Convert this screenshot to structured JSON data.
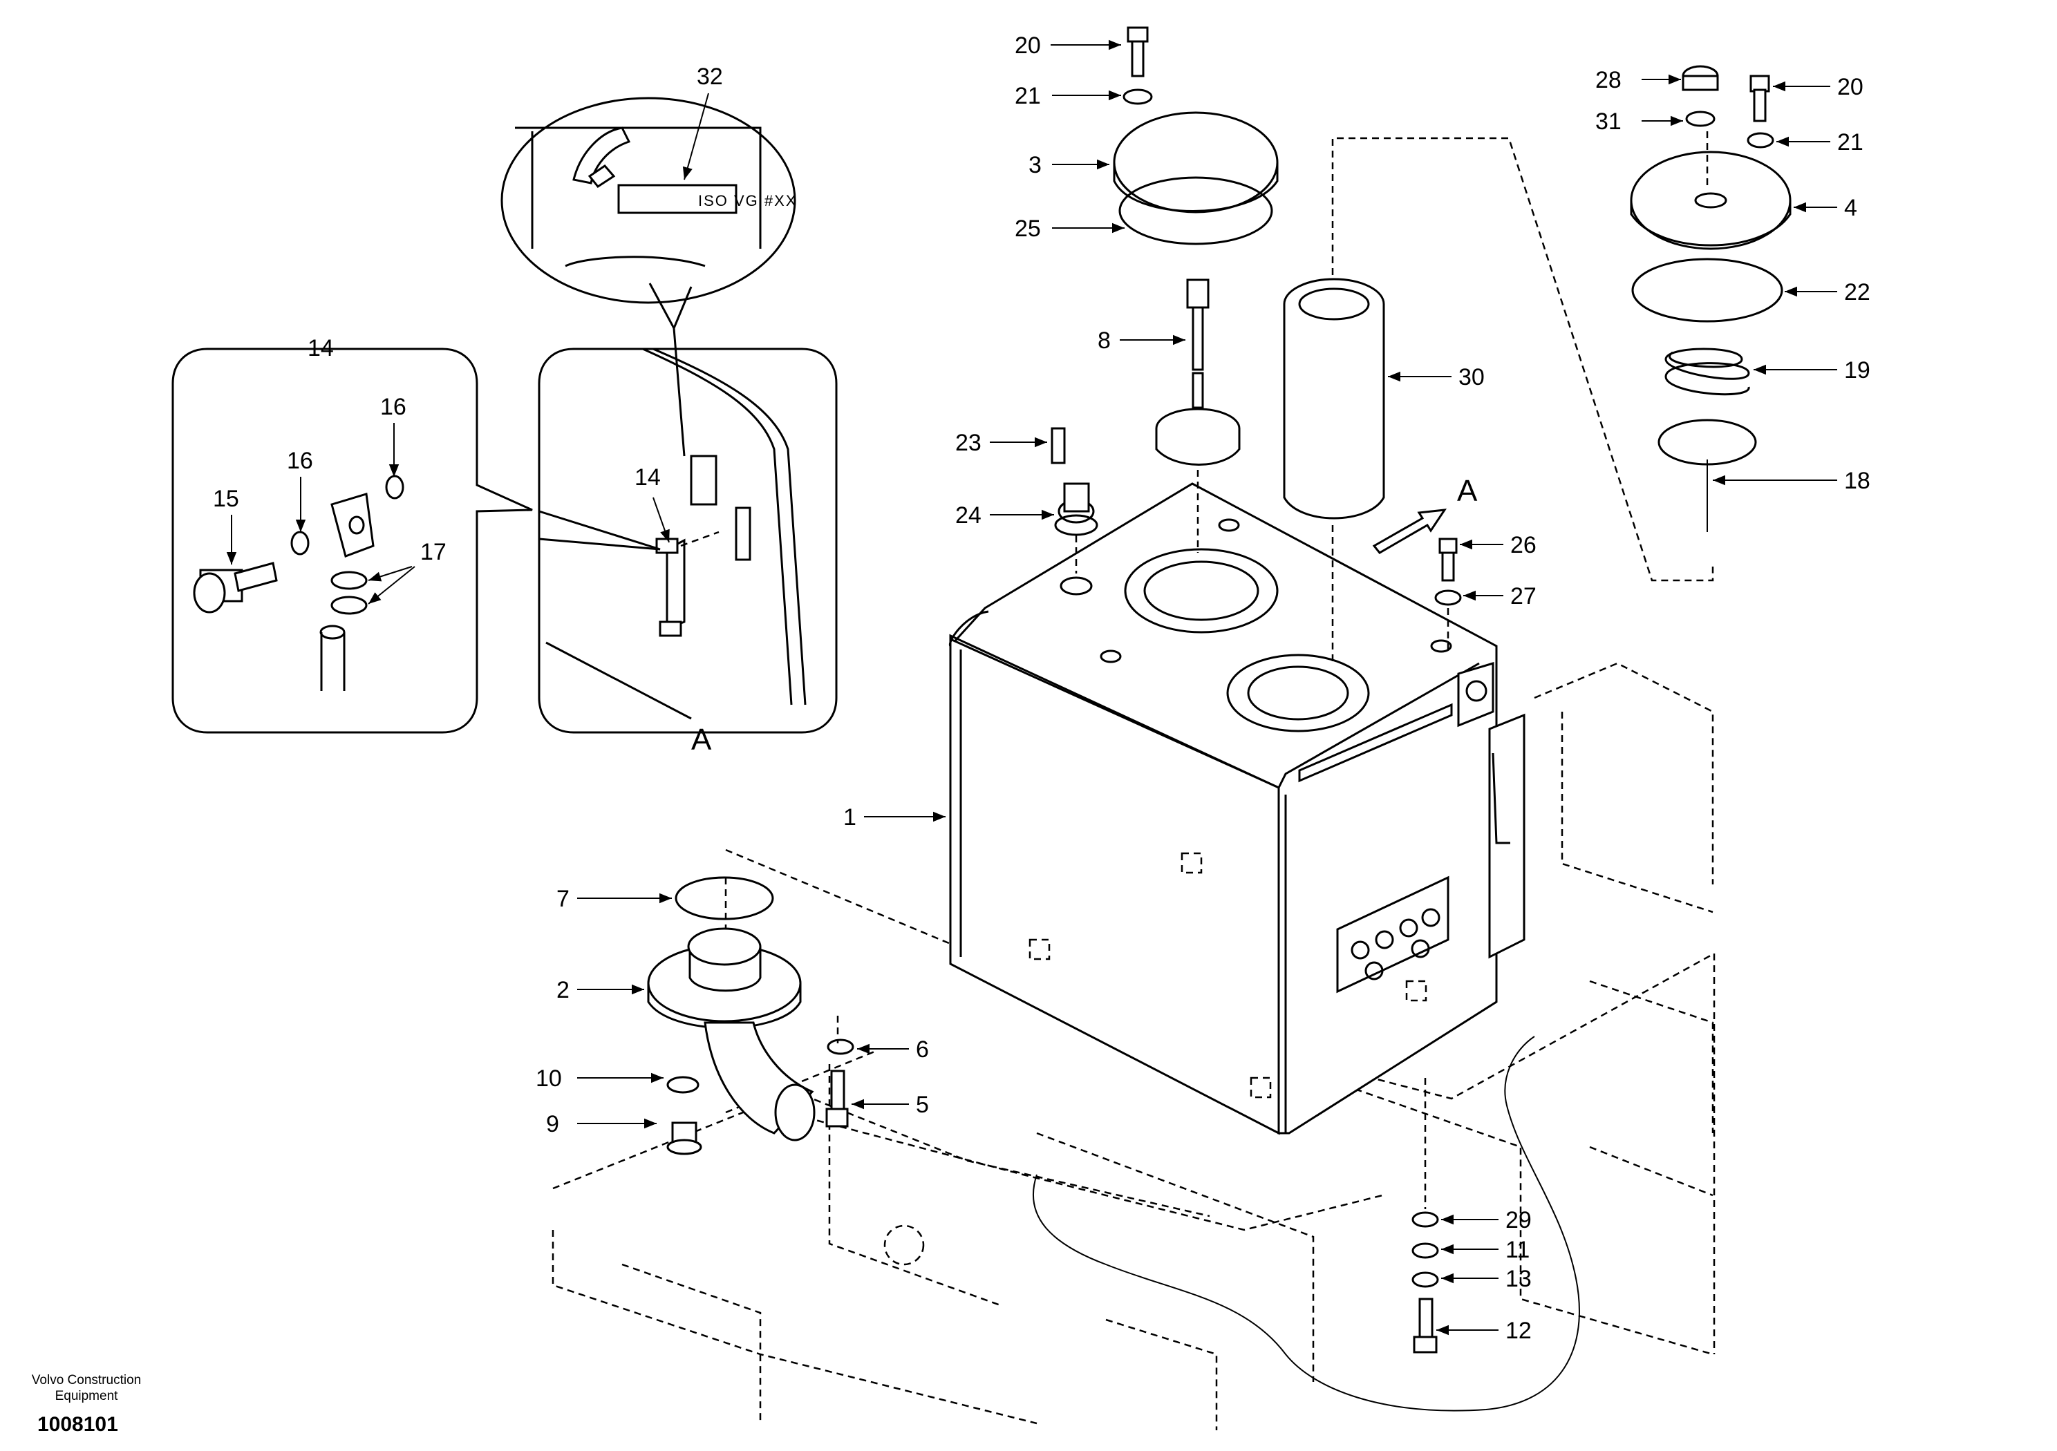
{
  "footer": {
    "company_line1": "Volvo Construction",
    "company_line2": "Equipment",
    "drawing_number": "1008101"
  },
  "detail_views": {
    "view_a_label": "A",
    "view_a_direction_label": "A",
    "decal_text": "ISO VG #XX"
  },
  "part_labels": {
    "p1": "1",
    "p2": "2",
    "p3": "3",
    "p4": "4",
    "p5": "5",
    "p6": "6",
    "p7": "7",
    "p8": "8",
    "p9": "9",
    "p10": "10",
    "p11": "11",
    "p12": "12",
    "p13": "13",
    "p14_box": "14",
    "p14_detail": "14",
    "p15": "15",
    "p16_a": "16",
    "p16_b": "16",
    "p17": "17",
    "p18": "18",
    "p19": "19",
    "p20_a": "20",
    "p20_b": "20",
    "p21_a": "21",
    "p21_b": "21",
    "p22": "22",
    "p23": "23",
    "p24": "24",
    "p25": "25",
    "p26": "26",
    "p27": "27",
    "p28": "28",
    "p29": "29",
    "p30": "30",
    "p31": "31",
    "p32": "32"
  }
}
